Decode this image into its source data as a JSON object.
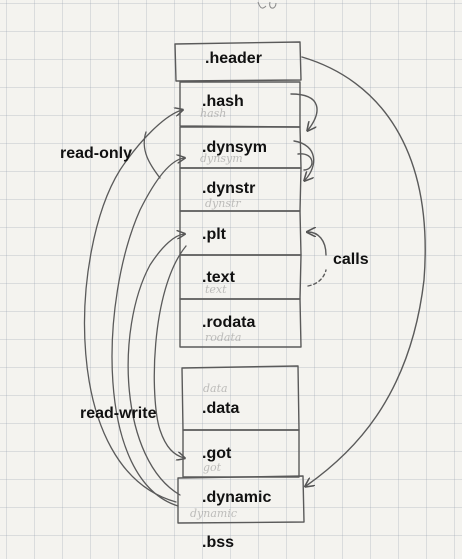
{
  "sections": {
    "header": ".header",
    "hash": ".hash",
    "dynsym": ".dynsym",
    "dynstr": ".dynstr",
    "plt": ".plt",
    "text": ".text",
    "rodata": ".rodata",
    "data": ".data",
    "got": ".got",
    "dynamic": ".dynamic",
    "bss": ".bss"
  },
  "annotations": {
    "read_only": "read-only",
    "read_write": "read-write",
    "calls": "calls"
  },
  "colors": {
    "pencil": "#555555",
    "ink": "#111111",
    "paper": "#f4f3ef"
  }
}
